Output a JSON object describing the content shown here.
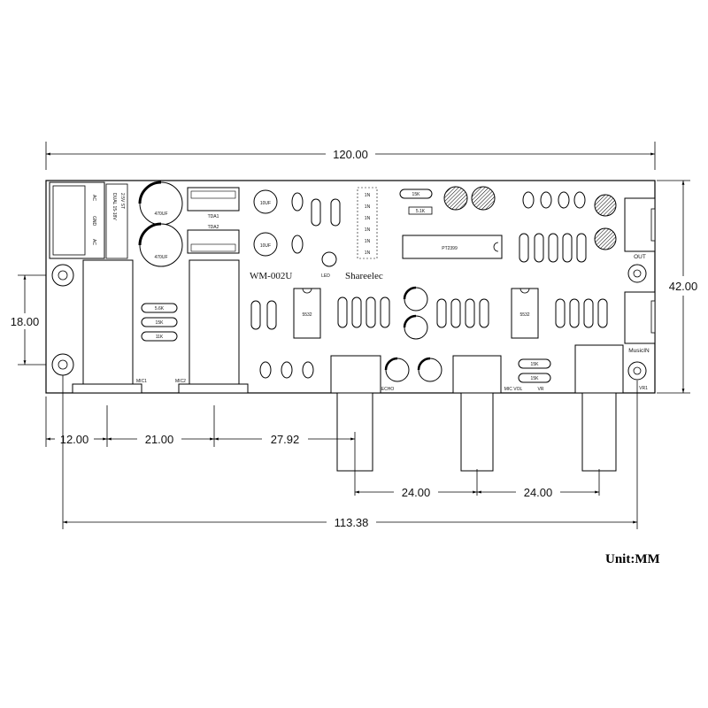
{
  "dimensions": {
    "overall_width": "120.00",
    "overall_height": "42.00",
    "hole_spacing": "18.00",
    "hole_to_hole_width": "113.38",
    "edge_to_knob1": "12.00",
    "knob1_to_knob2": "21.00",
    "knob2_to_knob3": "27.92",
    "knob3_to_knob4": "24.00",
    "knob4_to_knob5": "24.00"
  },
  "labels": {
    "model": "WM-002U",
    "brand": "Shareelec",
    "out": "OUT",
    "music_in": "MusicIN",
    "mic1": "MIC1",
    "mic2": "MIC2",
    "echo": "ECHO",
    "mic_vol": "MIC VOL",
    "vr": "VR",
    "vr1": "VR1",
    "led": "LED",
    "unit": "Unit:MM",
    "ic_main": "PT2399",
    "tda1": "TDA1",
    "tda2": "TDA2",
    "ic_left": "5532",
    "ic_right": "5532"
  },
  "components": {
    "power_labels": [
      "AC",
      "GND",
      "AC"
    ],
    "power_note_1": "DUAL 15-18V",
    "power_note_2": "2.5V ST",
    "cap_large": "470UF",
    "resistor_set_left": [
      "5.6K",
      "15K",
      "11K"
    ],
    "resistor_set_right": [
      "15K",
      "15K"
    ],
    "res_top": "15K",
    "res_top2": "5.1K",
    "caps_small": [
      "10UF",
      "10UF"
    ],
    "diodes": [
      "1N",
      "1N",
      "1N",
      "1N",
      "1N",
      "1N"
    ]
  }
}
